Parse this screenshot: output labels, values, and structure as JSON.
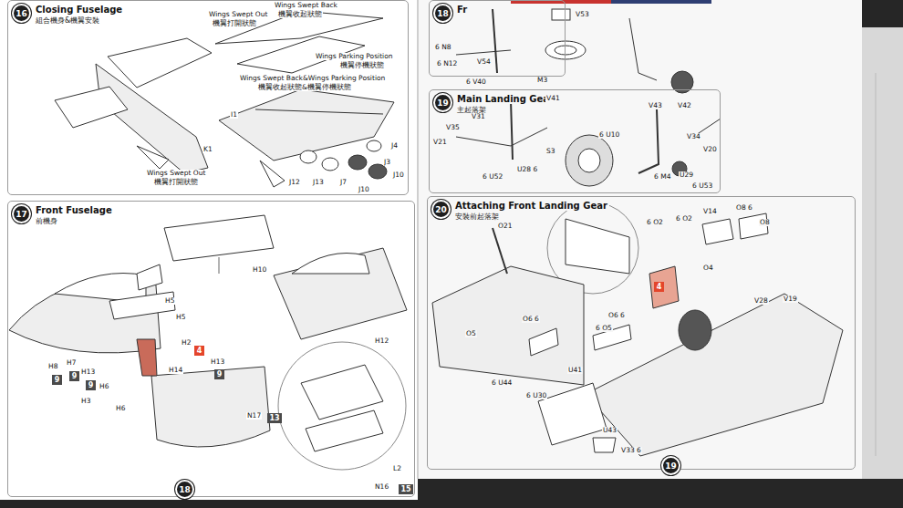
{
  "diagram": {
    "nodes": [
      {
        "text": [
          "Closing Fuselage",
          "組合機身&機翼安裝"
        ]
      },
      {
        "text": [
          "16"
        ],
        "in": 0
      },
      {
        "text": [
          "Front Fuselage",
          "前機身"
        ]
      },
      {
        "text": [
          "17"
        ],
        "in": 2
      },
      {
        "text": [
          "4"
        ],
        "in": 2
      },
      {
        "text": [
          "9"
        ],
        "in": 2
      },
      {
        "text": [
          "9"
        ],
        "in": 2
      },
      {
        "text": [
          "9"
        ],
        "in": 2
      },
      {
        "text": [
          "9"
        ],
        "in": 2
      },
      {
        "text": [
          "13"
        ],
        "in": 2
      },
      {
        "text": [
          "15"
        ],
        "in": 2
      },
      {
        "text": [
          "18"
        ]
      },
      {
        "text": [
          "Fr"
        ]
      },
      {
        "text": [
          "18"
        ],
        "in": 12
      },
      {
        "text": [
          "Main Landing Gears",
          "主起落架"
        ]
      },
      {
        "text": [
          "19"
        ],
        "in": 14
      },
      {
        "text": [
          "Attaching Front Landing Gear",
          "安裝前起落架"
        ]
      },
      {
        "text": [
          "20"
        ],
        "in": 16
      },
      {
        "text": [
          "4"
        ],
        "in": 16
      },
      {
        "text": [
          "19"
        ]
      }
    ],
    "labels": [
      "Wings Swept Out",
      "機翼打開狀態",
      "Wings Swept Back",
      "機翼收起狀態",
      "Wings Parking Position",
      "機翼停機狀態",
      "Wings Swept Back&Wings Parking Position",
      "機翼收起狀態&機翼停機狀態",
      "I1",
      "K1",
      "Wings Swept Out",
      "機翼打開狀態",
      "J4",
      "J3",
      "J10",
      "J12",
      "J13",
      "J7",
      "J10",
      "H10",
      "H5",
      "H5",
      "H2",
      "H13",
      "H12",
      "H8",
      "H7",
      "H13",
      "H6",
      "H3",
      "H6",
      "H14",
      "N17",
      "L2",
      "N16",
      "6 N8",
      "6 N12",
      "V54",
      "V53",
      "M3",
      "6 V40",
      "V41",
      "V31",
      "V35",
      "V21",
      "6 U52",
      "U28 6",
      "S3",
      "6 U10",
      "V43",
      "V42",
      "V34",
      "V20",
      "6 M4",
      "U29",
      "6 U53",
      "O21",
      "6 O2",
      "6 O2",
      "V14",
      "O8 6",
      "O8",
      "O4",
      "V28",
      "V19",
      "O5",
      "O6 6",
      "O6 6",
      "6 O5",
      "U41",
      "6 U44",
      "6 U30",
      "U43",
      "V33 6"
    ]
  }
}
